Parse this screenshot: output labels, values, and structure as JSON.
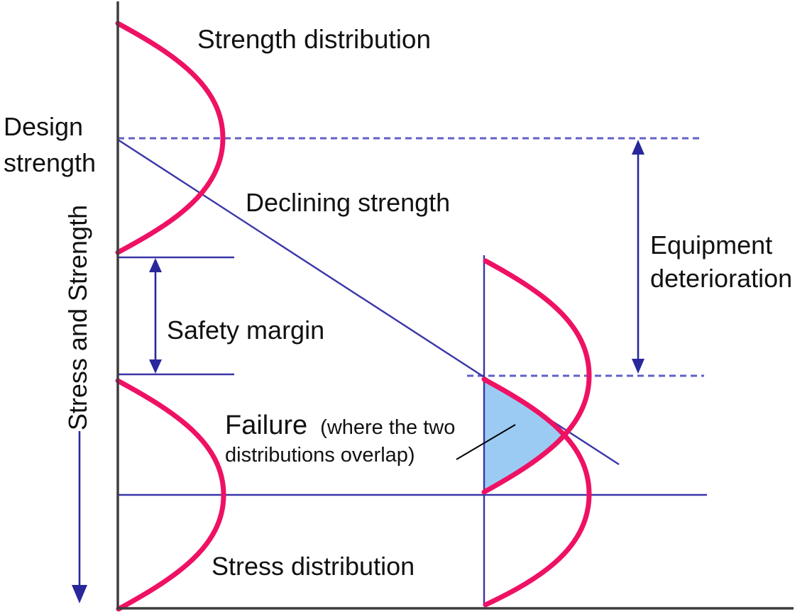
{
  "diagram": {
    "type": "stress-strength-interference-diagram",
    "labels": {
      "strength_distribution": "Strength distribution",
      "design_strength_line1": "Design",
      "design_strength_line2": "strength",
      "declining_strength": "Declining strength",
      "safety_margin": "Safety margin",
      "equipment_deterioration_line1": "Equipment",
      "equipment_deterioration_line2": "deterioration",
      "failure_title": "Failure",
      "failure_note_line1": "(where the two",
      "failure_note_line2": "distributions overlap)",
      "stress_distribution": "Stress distribution",
      "y_axis_label": "Stress and Strength"
    },
    "icons": {
      "safety_margin_arrow": "double-headed vertical arrow between design strength band and stress band",
      "equipment_deterioration_arrow": "double-headed vertical arrow between original and deteriorated strength levels",
      "axis_direction_arrow": "downward arrow along the stress-and-strength axis",
      "failure_leader": "thin black leader line pointing to the shaded overlap region"
    },
    "colors": {
      "pink": "#ee1164",
      "blue-line": "#3a35a8",
      "blue-dash": "#6060c8",
      "navy-arrow": "#28289b",
      "fill-blue": "#9bcbf2",
      "axis-gray": "#3d3d3d",
      "text-black": "#111111"
    }
  }
}
